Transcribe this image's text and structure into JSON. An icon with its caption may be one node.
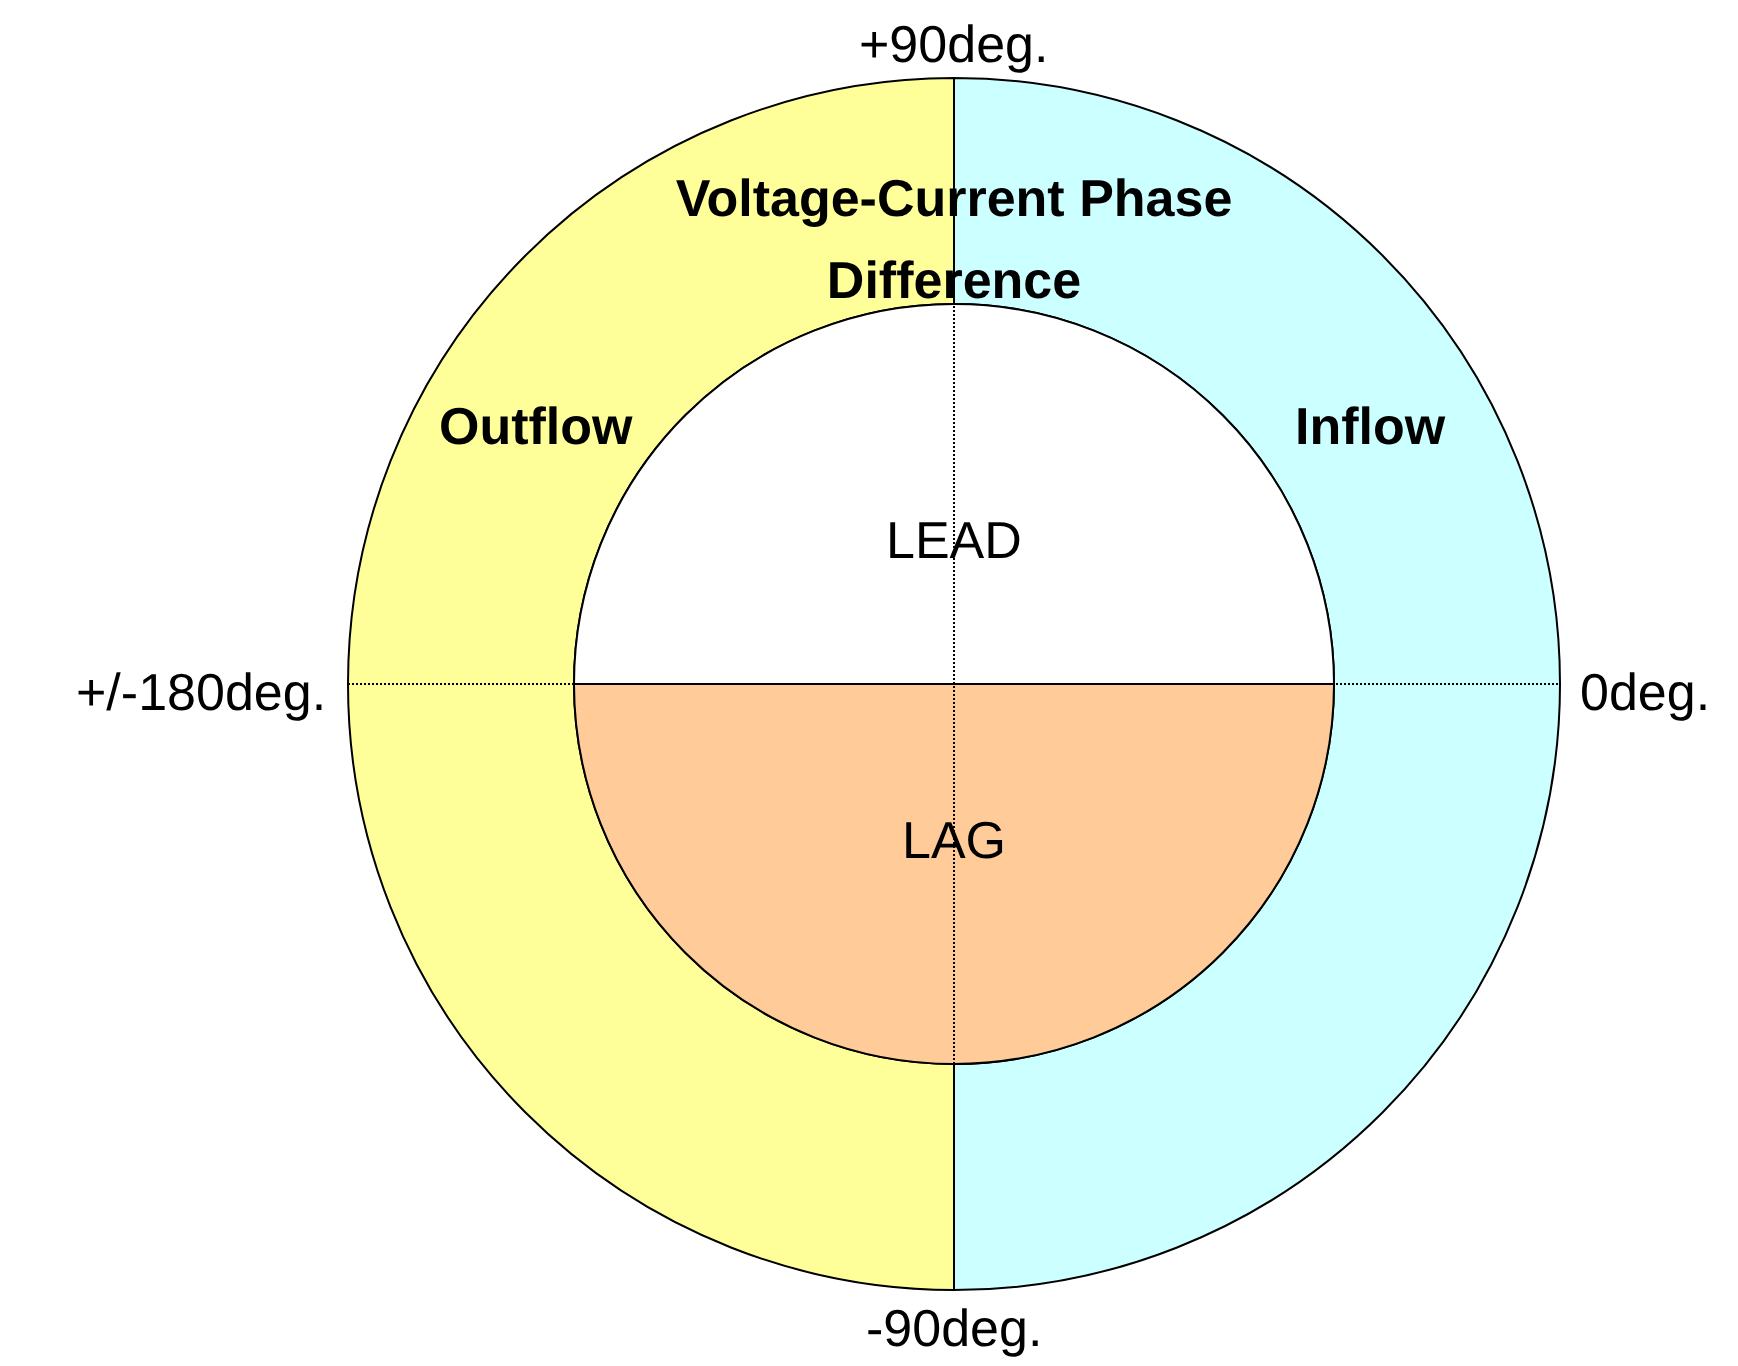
{
  "diagram": {
    "title": "Voltage-Current Phase Difference",
    "nodes": [
      {
        "text": [
          "Outflow"
        ]
      },
      {
        "text": [
          "Inflow"
        ]
      },
      {
        "text": [
          "LEAD"
        ]
      },
      {
        "text": [
          "LAG"
        ]
      }
    ],
    "labels": [
      "+90deg.",
      "+/-180deg.",
      "0deg.",
      "-90deg."
    ]
  }
}
